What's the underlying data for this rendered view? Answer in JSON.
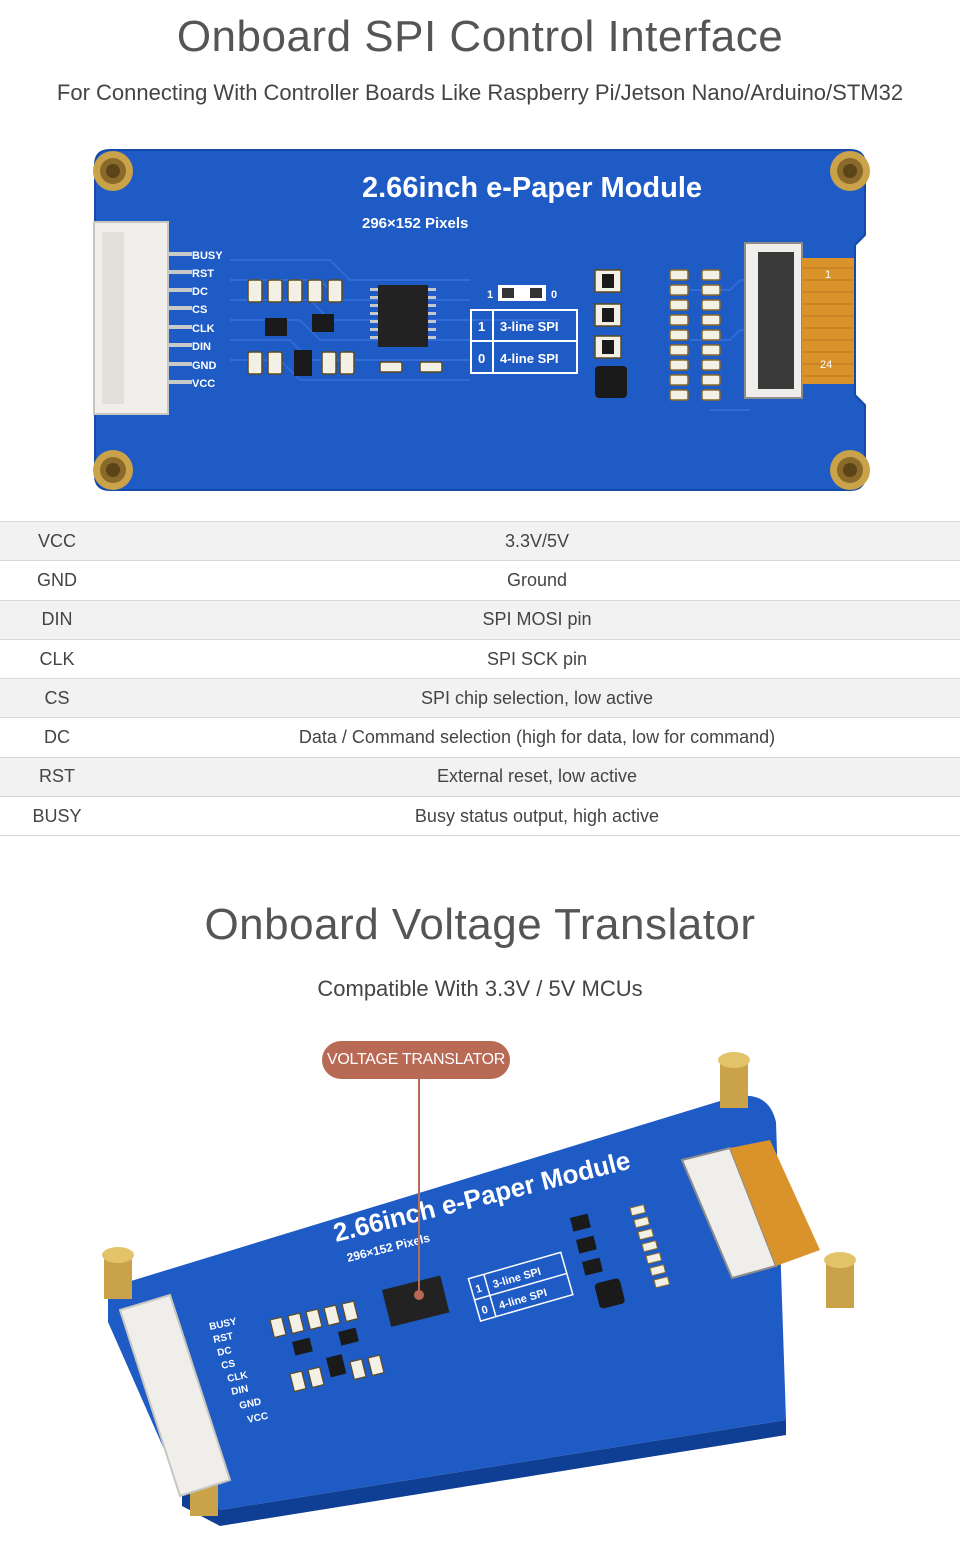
{
  "section1": {
    "title": "Onboard SPI Control Interface",
    "subtitle": "For Connecting With Controller Boards Like Raspberry Pi/Jetson Nano/Arduino/STM32"
  },
  "board": {
    "title": "2.66inch e-Paper Module",
    "resolution": "296×152 Pixels",
    "pins": [
      "BUSY",
      "RST",
      "DC",
      "CS",
      "CLK",
      "DIN",
      "GND",
      "VCC"
    ],
    "spi_modes": [
      {
        "value": "1",
        "label": "3-line SPI"
      },
      {
        "value": "0",
        "label": "4-line SPI"
      }
    ],
    "jumper_left": "1",
    "jumper_right": "0",
    "connector_pin_start": "1",
    "connector_pin_end": "24",
    "colors": {
      "pcb": "#1f5bc4",
      "gold": "#c9a24a",
      "fpc": "#d9932a"
    }
  },
  "pin_table": [
    {
      "pin": "VCC",
      "desc": "3.3V/5V"
    },
    {
      "pin": "GND",
      "desc": "Ground"
    },
    {
      "pin": "DIN",
      "desc": "SPI MOSI pin"
    },
    {
      "pin": "CLK",
      "desc": "SPI SCK pin"
    },
    {
      "pin": "CS",
      "desc": "SPI chip selection, low active"
    },
    {
      "pin": "DC",
      "desc": "Data / Command selection (high for data, low for command)"
    },
    {
      "pin": "RST",
      "desc": "External reset, low active"
    },
    {
      "pin": "BUSY",
      "desc": "Busy status output, high active"
    }
  ],
  "section2": {
    "title": "Onboard Voltage Translator",
    "subtitle": "Compatible With 3.3V / 5V MCUs",
    "callout": "VOLTAGE TRANSLATOR"
  }
}
